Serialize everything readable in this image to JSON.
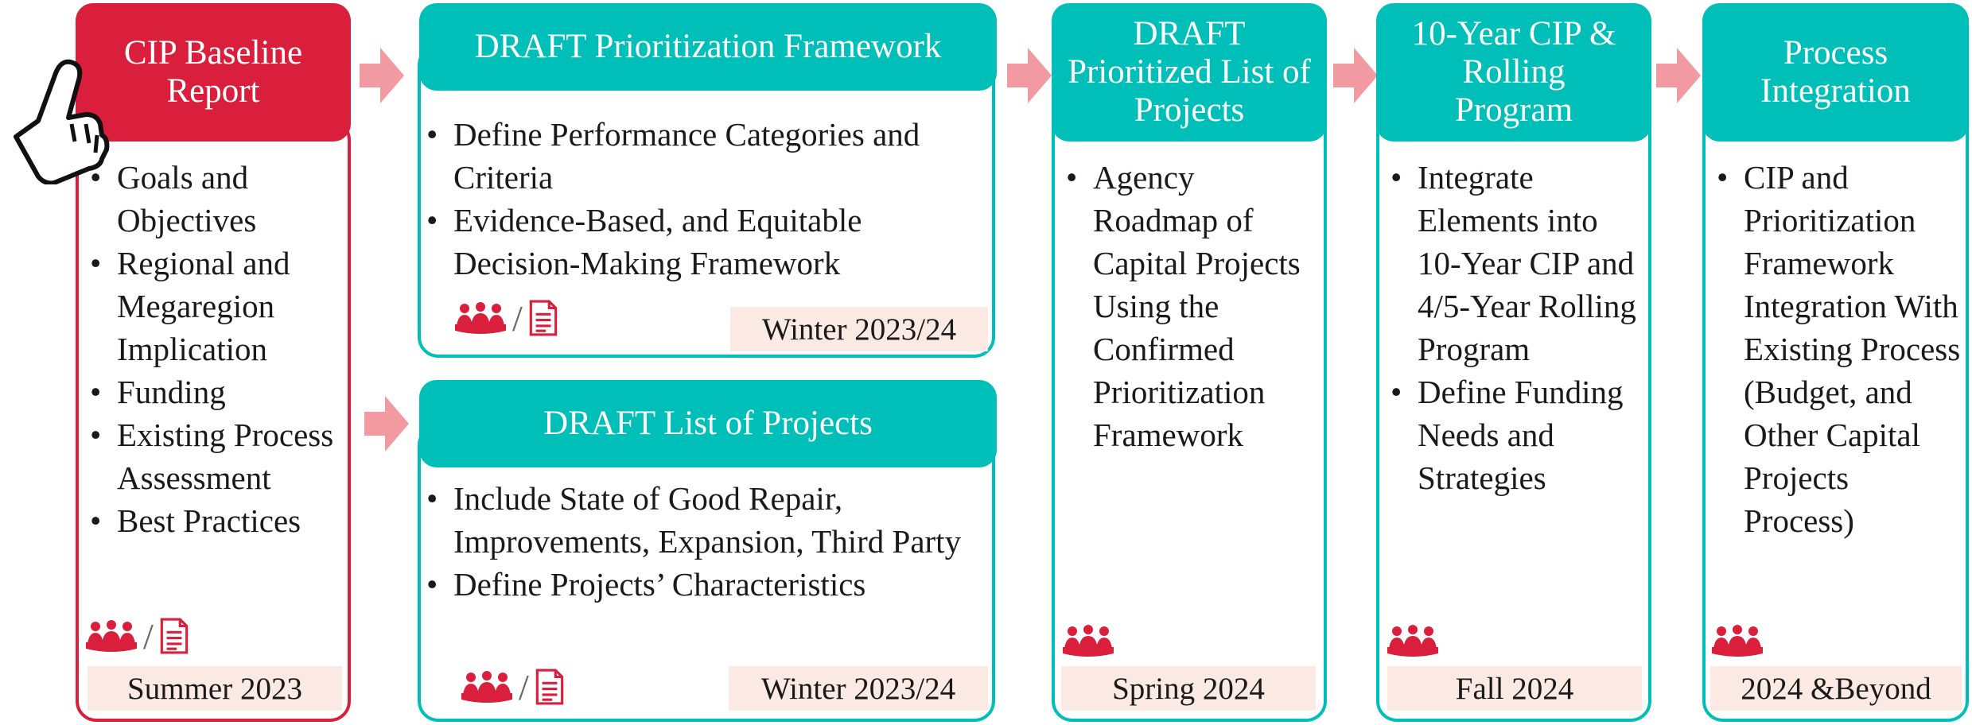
{
  "steps": [
    {
      "title": "CIP Baseline Report",
      "bullets": [
        "Goals and Objectives",
        "Regional and Megaregion Implication",
        "Funding",
        "Existing Process Assessment",
        "Best Practices"
      ],
      "date": "Summer 2023"
    },
    {
      "title": "DRAFT Prioritization Framework",
      "bullets": [
        "Define Performance Categories and Criteria",
        "Evidence-Based, and Equitable Decision-Making Framework"
      ],
      "date": "Winter 2023/24"
    },
    {
      "title": "DRAFT List of Projects",
      "bullets": [
        "Include State of Good Repair, Improvements, Expansion, Third Party",
        "Define Projects’ Characteristics"
      ],
      "date": "Winter 2023/24"
    },
    {
      "title": "DRAFT Prioritized List of Projects",
      "bullets": [
        "Agency Roadmap of Capital Projects Using the Confirmed Prioritization Framework"
      ],
      "date": "Spring 2024"
    },
    {
      "title": "10-Year CIP & Rolling Program",
      "bullets": [
        "Integrate Elements into 10-Year CIP and 4/5-Year Rolling Program",
        "Define Funding Needs and Strategies"
      ],
      "date": "Fall 2024"
    },
    {
      "title": "Process Integration",
      "bullets": [
        "CIP and Prioritization Framework Integration With Existing Process (Budget, and Other Capital Projects Process)"
      ],
      "date": "2024 &Beyond"
    }
  ],
  "icon_separator": "/",
  "icons": [
    "people-group-icon",
    "document-icon",
    "pointing-hand-icon",
    "right-arrow-icon"
  ],
  "colors": {
    "teal": "#00bfb8",
    "red": "#d91f3c",
    "arrow": "#f29aa1",
    "date_bg": "#fbe9e4"
  }
}
